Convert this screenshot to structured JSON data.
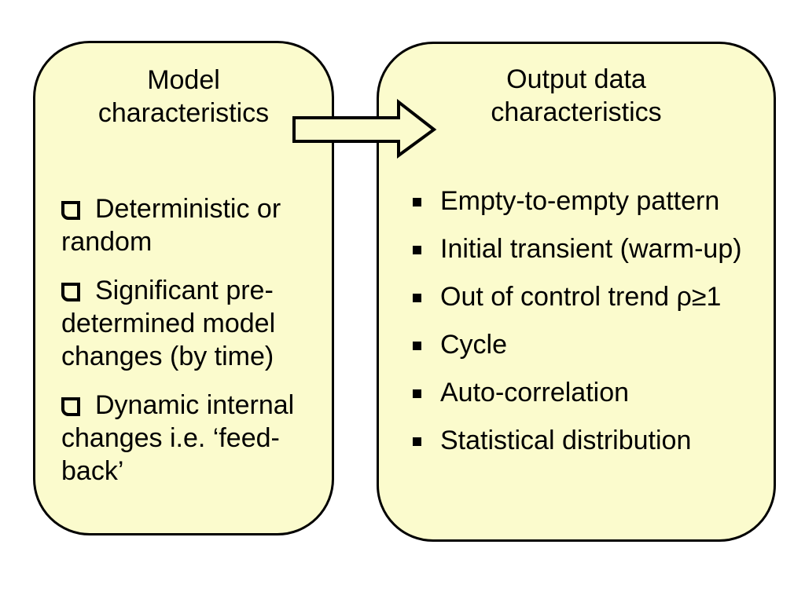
{
  "slide": {
    "colors": {
      "background": "#ffffff",
      "box_fill": "#fbfbcd",
      "outline": "#000000",
      "text": "#000000"
    },
    "left_box": {
      "title_line1": "Model",
      "title_line2": "characteristics",
      "bullet_style": "hollow-square",
      "items": [
        "Deterministic or random",
        "Significant pre-determined model changes (by time)",
        "Dynamic internal changes i.e. ‘feed-back’"
      ]
    },
    "right_box": {
      "title_line1": "Output data",
      "title_line2": "characteristics",
      "bullet_style": "small-filled-square",
      "items": [
        "Empty-to-empty pattern",
        "Initial transient (warm-up)",
        "Out of control trend ρ≥1",
        "Cycle",
        "Auto-correlation",
        "Statistical distribution"
      ]
    },
    "arrow": {
      "direction": "left-to-right"
    }
  }
}
